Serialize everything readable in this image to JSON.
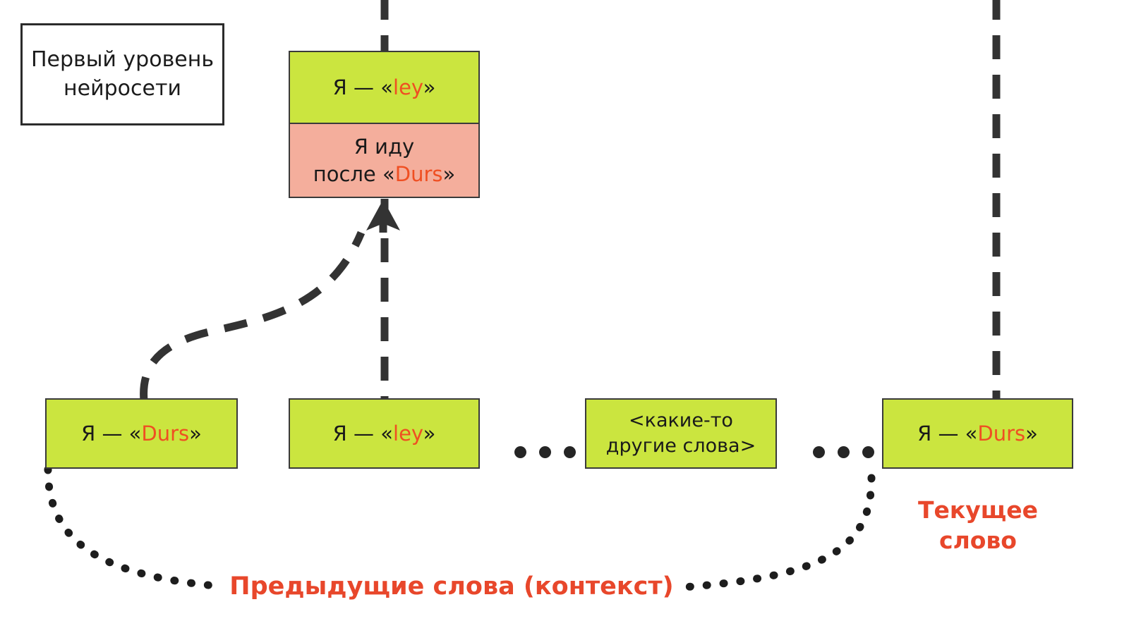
{
  "diagram": {
    "title_box": {
      "label": "Первый уровень\nнейросети"
    },
    "level1_cell": {
      "top": {
        "prefix": "Я — «",
        "highlight": "ley",
        "suffix": "»",
        "fill": "#cbe53f"
      },
      "bottom": {
        "prefix": "Я иду\nпосле «",
        "highlight": "Durs",
        "suffix": "»",
        "fill": "#f4ae9c"
      }
    },
    "input_row": [
      {
        "name": "previous-word-1",
        "prefix": "Я — «",
        "highlight": "Durs",
        "suffix": "»",
        "fill": "#cbe53f"
      },
      {
        "name": "previous-word-2",
        "prefix": "Я — «",
        "highlight": "ley",
        "suffix": "»",
        "fill": "#cbe53f"
      },
      {
        "name": "other-words-placeholder",
        "prefix": "<какие-то\nдругие слова>",
        "highlight": "",
        "suffix": "",
        "fill": "#cbe53f"
      },
      {
        "name": "current-word",
        "prefix": "Я — «",
        "highlight": "Durs",
        "suffix": "»",
        "fill": "#cbe53f"
      }
    ],
    "ellipsis": "•••",
    "captions": {
      "context": "Предыдущие слова (контекст)",
      "current": "Текущее\nслово"
    },
    "colors": {
      "green": "#cbe53f",
      "pink": "#f4ae9c",
      "highlight_text": "#ef4f22",
      "caption_red": "#e8472b",
      "stroke": "#3a3a3a"
    }
  }
}
